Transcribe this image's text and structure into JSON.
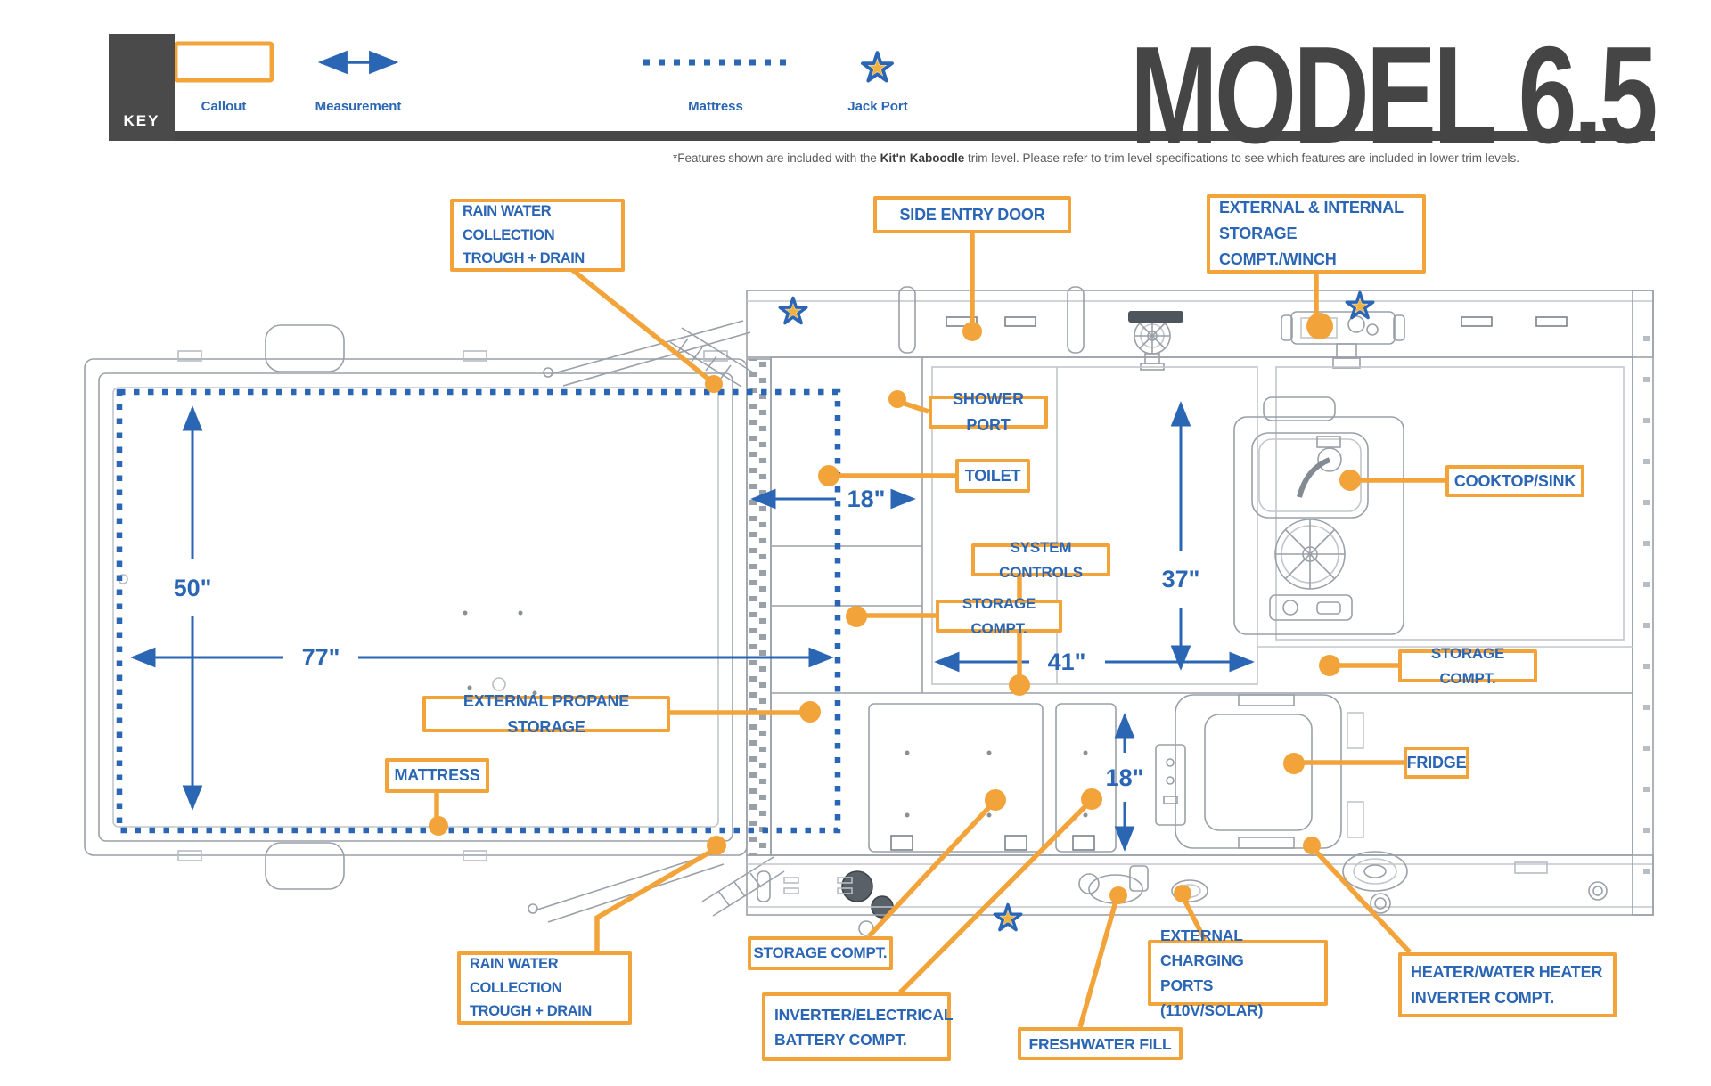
{
  "header": {
    "key_label": "KEY",
    "legend": [
      {
        "id": "callout-sample",
        "label": "Callout"
      },
      {
        "id": "measurement-sample",
        "label": "Measurement"
      },
      {
        "id": "mattress-sample",
        "label": "Mattress"
      },
      {
        "id": "jack-port-sample",
        "label": "Jack Port"
      }
    ],
    "title": "MODEL 6.5",
    "subtitle": {
      "prefix": "*Features shown are included with the ",
      "emphasis": "Kit'n Kaboodle",
      "suffix": " trim level. Please refer to trim level specifications to see which features are included in lower trim levels."
    }
  },
  "measurements": [
    {
      "id": "mattress-width",
      "value": "50\""
    },
    {
      "id": "mattress-length",
      "value": "77\""
    },
    {
      "id": "toilet-bay-width",
      "value": "18\""
    },
    {
      "id": "galley-depth",
      "value": "37\""
    },
    {
      "id": "galley-width",
      "value": "41\""
    },
    {
      "id": "fridge-bay-depth",
      "value": "18\""
    }
  ],
  "callouts": [
    {
      "id": "rain-water-top",
      "text": "RAIN WATER COLLECTION\nTROUGH + DRAIN"
    },
    {
      "id": "side-entry-door",
      "text": "SIDE ENTRY DOOR"
    },
    {
      "id": "external-internal-storage-winch",
      "text": "EXTERNAL & INTERNAL\nSTORAGE COMPT./WINCH"
    },
    {
      "id": "shower-port",
      "text": "SHOWER PORT"
    },
    {
      "id": "toilet",
      "text": "TOILET"
    },
    {
      "id": "cooktop-sink",
      "text": "COOKTOP/SINK"
    },
    {
      "id": "system-controls",
      "text": "SYSTEM CONTROLS"
    },
    {
      "id": "storage-compt-mid",
      "text": "STORAGE COMPT."
    },
    {
      "id": "storage-compt-right",
      "text": "STORAGE COMPT."
    },
    {
      "id": "external-propane-storage",
      "text": "EXTERNAL PROPANE STORAGE"
    },
    {
      "id": "mattress",
      "text": "MATTRESS"
    },
    {
      "id": "rain-water-bottom",
      "text": "RAIN WATER COLLECTION\nTROUGH + DRAIN"
    },
    {
      "id": "storage-compt-bottom",
      "text": "STORAGE COMPT."
    },
    {
      "id": "inverter-battery",
      "text": "INVERTER/ELECTRICAL\nBATTERY COMPT."
    },
    {
      "id": "freshwater-fill",
      "text": "FRESHWATER FILL"
    },
    {
      "id": "external-charging-ports",
      "text": "EXTERNAL CHARGING\nPORTS (110V/SOLAR)"
    },
    {
      "id": "heater-water-heater-inverter",
      "text": "HEATER/WATER HEATER\nINVERTER COMPT."
    },
    {
      "id": "fridge",
      "text": "FRIDGE"
    }
  ],
  "colors": {
    "accent_orange": "#F2A43B",
    "accent_blue": "#2B66B4",
    "title_gray": "#474747",
    "line_gray": "#9AA0A8"
  }
}
